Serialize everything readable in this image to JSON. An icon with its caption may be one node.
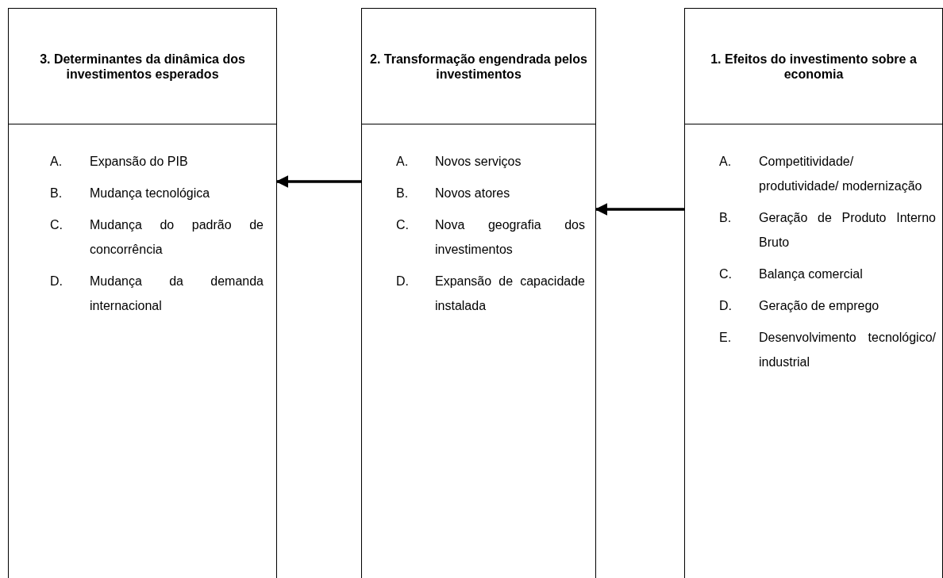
{
  "diagram": {
    "nodes": [
      {
        "text": [
          "3. Determinantes da dinâmica dos investimentos esperados",
          "A.",
          "Expansão do PIB",
          "B.",
          "Mudança tecnológica",
          "C.",
          "Mudança do padrão de concorrência",
          "D.",
          "Mudança da demanda internacional"
        ]
      },
      {
        "text": [
          "2. Transformação engendrada pelos investimentos",
          "A.",
          "Novos serviços",
          "B.",
          "Novos atores",
          "C.",
          "Nova geografia dos investimentos",
          "D.",
          "Expansão de capacidade instalada"
        ]
      },
      {
        "text": [
          "1. Efeitos do investimento sobre a economia",
          "A.",
          "Competitividade/ produtividade/ modernização",
          "B.",
          "Geração de Produto Interno Bruto",
          "C.",
          "Balança comercial",
          "D.",
          "Geração de emprego",
          "E.",
          "Desenvolvimento tecnológico/ industrial"
        ]
      }
    ],
    "edges": [
      {
        "from": 1,
        "to": 0,
        "arrow": "to"
      },
      {
        "from": 2,
        "to": 1,
        "arrow": "to"
      }
    ]
  }
}
